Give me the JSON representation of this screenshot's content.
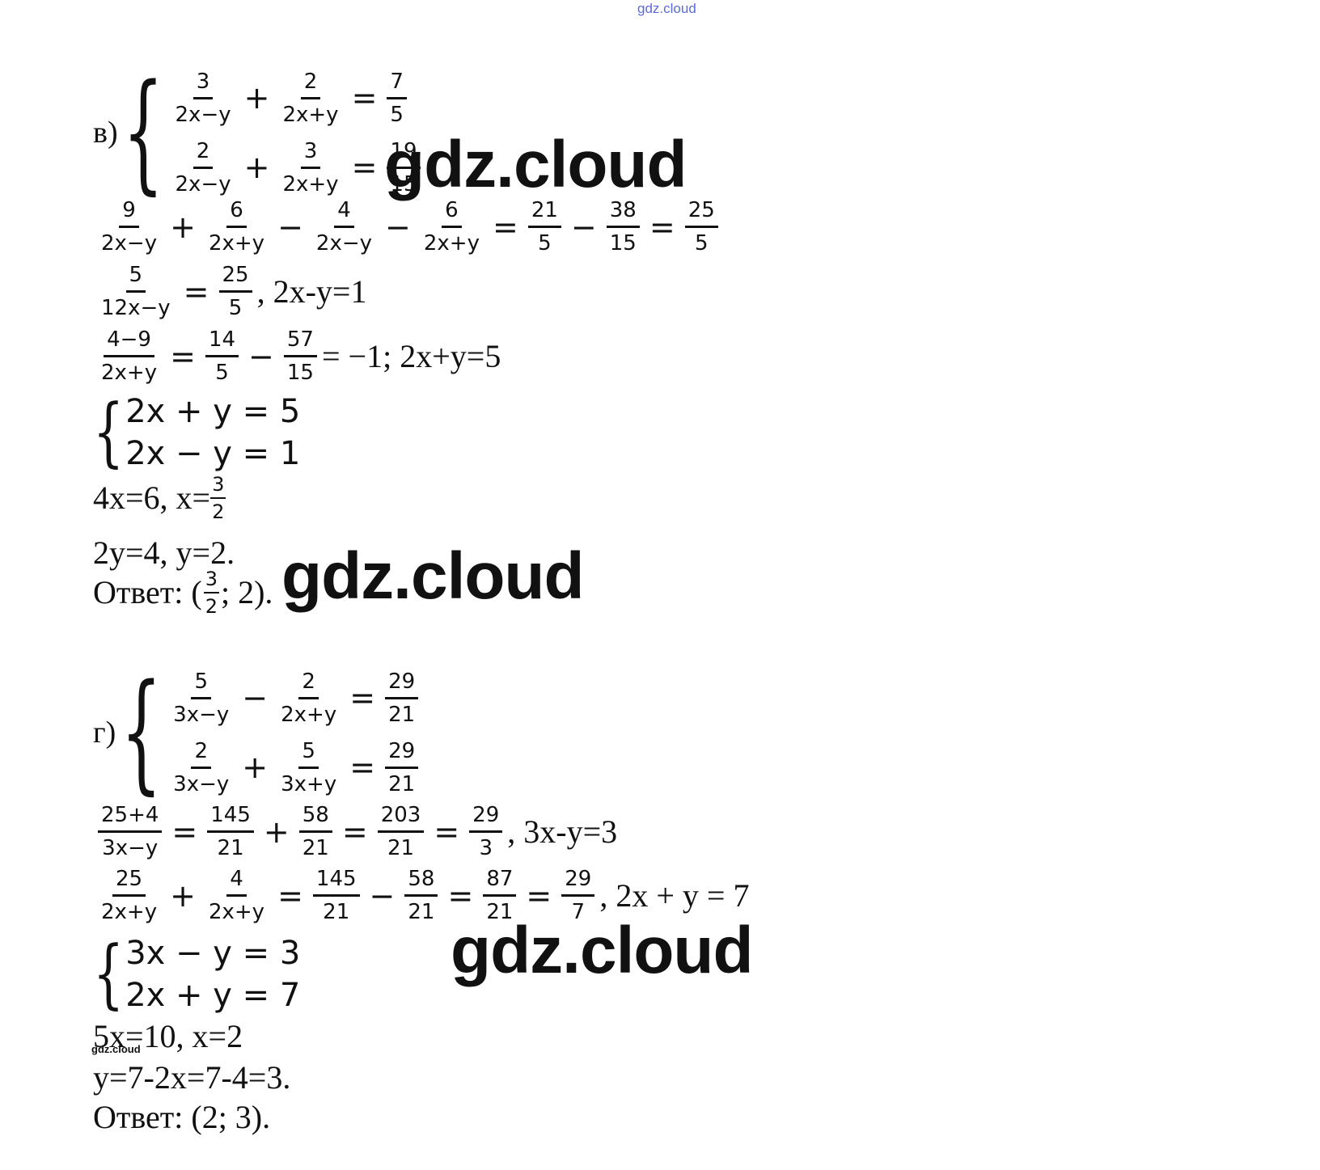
{
  "watermarks": {
    "top": "gdz.cloud",
    "big": "gdz.cloud",
    "tiny": "gdz.cloud"
  },
  "part_v": {
    "label": "в)",
    "sys1": [
      {
        "a": [
          "3",
          "2x−y"
        ],
        "op": "+",
        "b": [
          "2",
          "2x+y"
        ],
        "rhs": [
          "7",
          "5"
        ]
      },
      {
        "a": [
          "2",
          "2x−y"
        ],
        "op": "+",
        "b": [
          "3",
          "2x+y"
        ],
        "rhs": [
          "19",
          "15"
        ]
      }
    ],
    "l1": {
      "f1": [
        "9",
        "2x−y"
      ],
      "f2": [
        "6",
        "2x+y"
      ],
      "f3": [
        "4",
        "2x−y"
      ],
      "f4": [
        "6",
        "2x+y"
      ],
      "f5": [
        "21",
        "5"
      ],
      "f6": [
        "38",
        "15"
      ],
      "f7": [
        "25",
        "5"
      ]
    },
    "l2": {
      "f1": [
        "5",
        "12x−y"
      ],
      "f2": [
        "25",
        "5"
      ],
      "tail": ",  2x-y=1"
    },
    "l3": {
      "f1": [
        "4−9",
        "2x+y"
      ],
      "f2": [
        "14",
        "5"
      ],
      "f3": [
        "57",
        "15"
      ],
      "tail": "= −1; 2x+y=5"
    },
    "sys2": [
      "2x + y = 5",
      "2x − y = 1"
    ],
    "l4": {
      "pre": "4x=6, x=",
      "f": [
        "3",
        "2"
      ]
    },
    "l5": "2y=4, y=2.",
    "answer": {
      "pre": "Ответ: (",
      "f": [
        "3",
        "2"
      ],
      "post": "; 2)."
    }
  },
  "part_g": {
    "label": "г)",
    "sys1": [
      {
        "a": [
          "5",
          "3x−y"
        ],
        "op": "−",
        "b": [
          "2",
          "2x+y"
        ],
        "rhs": [
          "29",
          "21"
        ]
      },
      {
        "a": [
          "2",
          "3x−y"
        ],
        "op": "+",
        "b": [
          "5",
          "3x+y"
        ],
        "rhs": [
          "29",
          "21"
        ]
      }
    ],
    "l1": {
      "f1": [
        "25+4",
        "3x−y"
      ],
      "f2": [
        "145",
        "21"
      ],
      "f3": [
        "58",
        "21"
      ],
      "f4": [
        "203",
        "21"
      ],
      "f5": [
        "29",
        "3"
      ],
      "tail": ", 3x-y=3"
    },
    "l2": {
      "f1": [
        "25",
        "2x+y"
      ],
      "f2": [
        "4",
        "2x+y"
      ],
      "f3": [
        "145",
        "21"
      ],
      "f4": [
        "58",
        "21"
      ],
      "f5": [
        "87",
        "21"
      ],
      "f6": [
        "29",
        "7"
      ],
      "tail": ", 2x + y = 7"
    },
    "sys2": [
      "3x − y = 3",
      "2x + y = 7"
    ],
    "l3": "5x=10, x=2",
    "l4": "y=7-2x=7-4=3.",
    "answer": "Ответ: (2; 3)."
  }
}
